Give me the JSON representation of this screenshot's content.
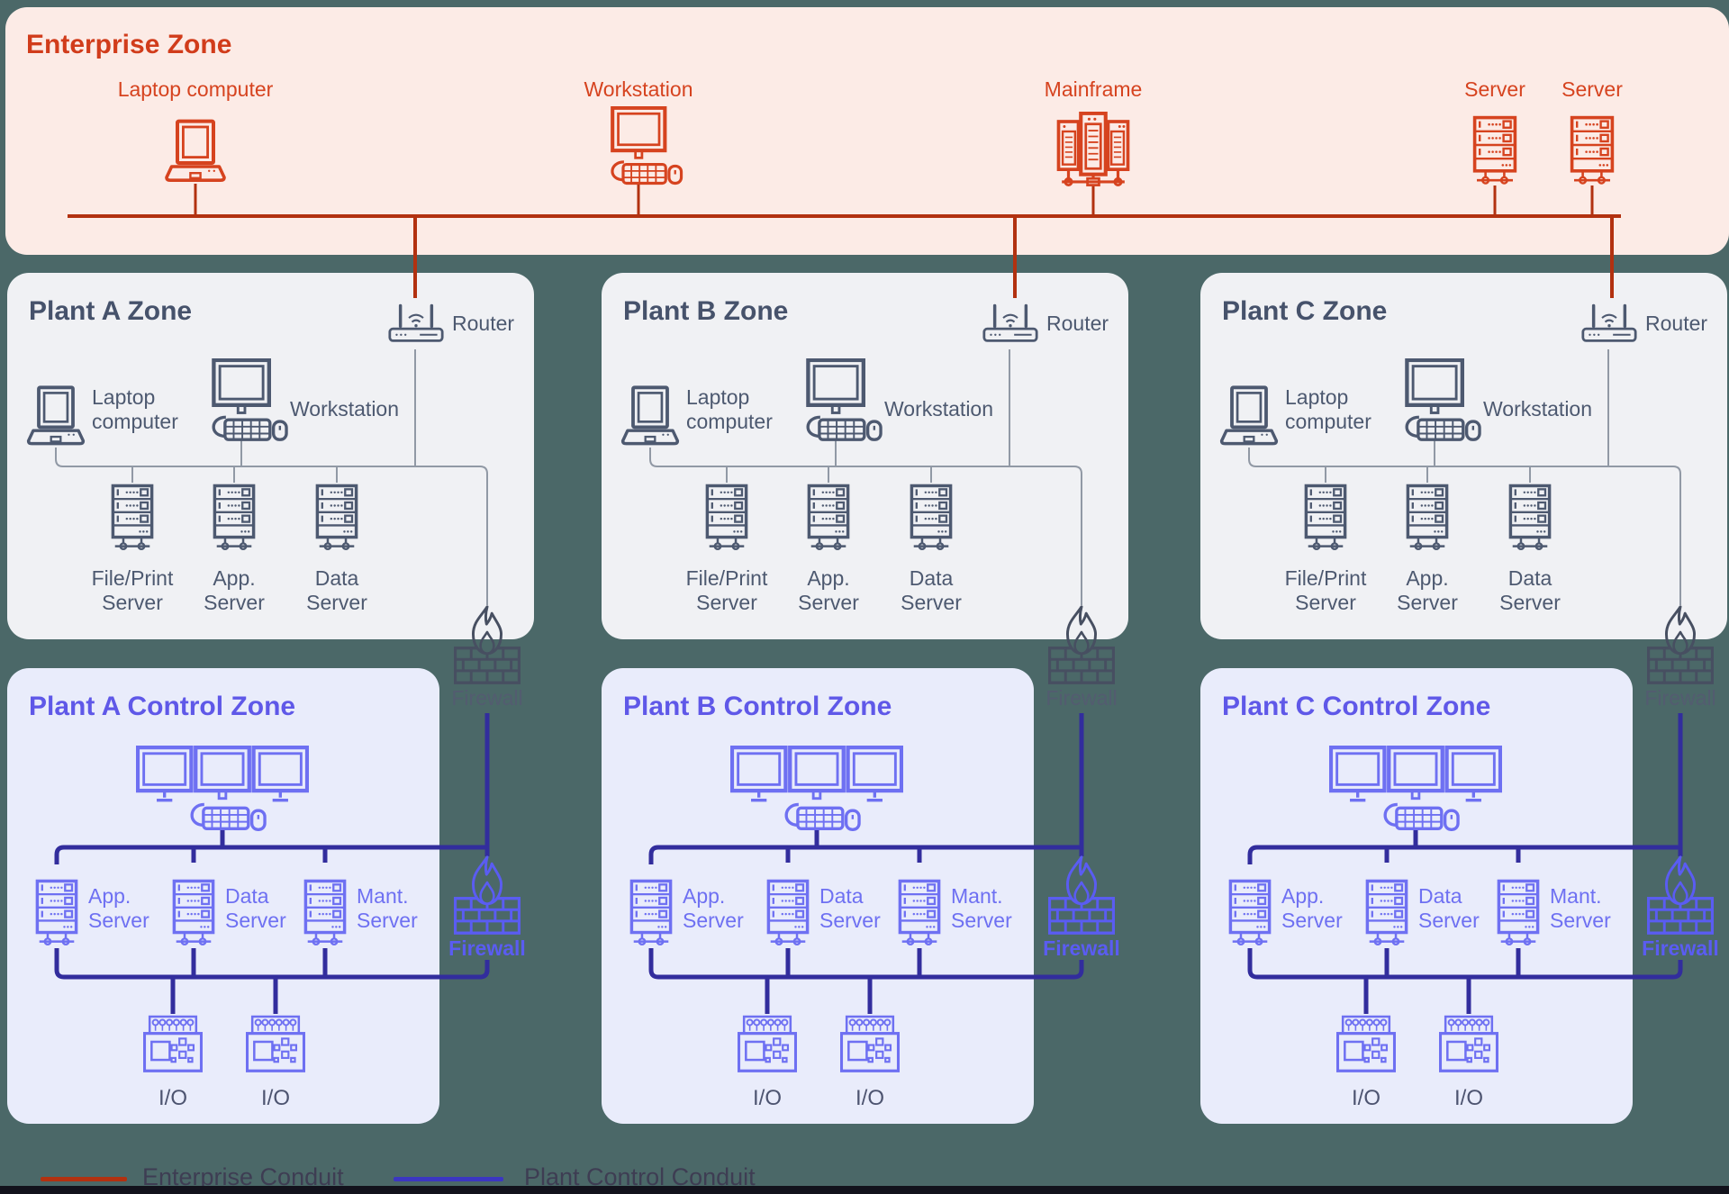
{
  "colors": {
    "background": "#4b6868",
    "enterprise_background": "#fcebe6",
    "enterprise_accent": "#d6431f",
    "enterprise_conduit_red": "#b23110",
    "plant_zone_background": "#f0f1f4",
    "plant_zone_ink": "#4d5970",
    "control_zone_background": "#e9ecfb",
    "control_zone_ink": "#6e70f2",
    "plant_control_conduit_blue": "#322d9d",
    "firewall_dark": "#474f61",
    "firewall_blue": "#5a5cf2"
  },
  "enterprise_zone": {
    "title": "Enterprise Zone",
    "devices": [
      {
        "label": "Laptop computer",
        "icon": "laptop-icon"
      },
      {
        "label": "Workstation",
        "icon": "workstation-icon"
      },
      {
        "label": "Mainframe",
        "icon": "mainframe-icon"
      },
      {
        "label": "Server",
        "icon": "server-icon"
      },
      {
        "label": "Server",
        "icon": "server-icon"
      }
    ]
  },
  "plants": [
    {
      "zone_title": "Plant A Zone",
      "router_label": "Router",
      "laptop_line1": "Laptop",
      "laptop_line2": "computer",
      "workstation_label": "Workstation",
      "servers": [
        {
          "line1": "File/Print",
          "line2": "Server"
        },
        {
          "line1": "App.",
          "line2": "Server"
        },
        {
          "line1": "Data",
          "line2": "Server"
        }
      ],
      "zone_firewall_label": "Firewall",
      "control_title": "Plant A Control Zone",
      "control_servers": [
        {
          "line1": "App.",
          "line2": "Server"
        },
        {
          "line1": "Data",
          "line2": "Server"
        },
        {
          "line1": "Mant.",
          "line2": "Server"
        }
      ],
      "control_firewall_label": "Firewall",
      "io_units": [
        {
          "label": "I/O"
        },
        {
          "label": "I/O"
        }
      ]
    },
    {
      "zone_title": "Plant B Zone",
      "router_label": "Router",
      "laptop_line1": "Laptop",
      "laptop_line2": "computer",
      "workstation_label": "Workstation",
      "servers": [
        {
          "line1": "File/Print",
          "line2": "Server"
        },
        {
          "line1": "App.",
          "line2": "Server"
        },
        {
          "line1": "Data",
          "line2": "Server"
        }
      ],
      "zone_firewall_label": "Firewall",
      "control_title": "Plant B Control Zone",
      "control_servers": [
        {
          "line1": "App.",
          "line2": "Server"
        },
        {
          "line1": "Data",
          "line2": "Server"
        },
        {
          "line1": "Mant.",
          "line2": "Server"
        }
      ],
      "control_firewall_label": "Firewall",
      "io_units": [
        {
          "label": "I/O"
        },
        {
          "label": "I/O"
        }
      ]
    },
    {
      "zone_title": "Plant C Zone",
      "router_label": "Router",
      "laptop_line1": "Laptop",
      "laptop_line2": "computer",
      "workstation_label": "Workstation",
      "servers": [
        {
          "line1": "File/Print",
          "line2": "Server"
        },
        {
          "line1": "App.",
          "line2": "Server"
        },
        {
          "line1": "Data",
          "line2": "Server"
        }
      ],
      "zone_firewall_label": "Firewall",
      "control_title": "Plant C Control Zone",
      "control_servers": [
        {
          "line1": "App.",
          "line2": "Server"
        },
        {
          "line1": "Data",
          "line2": "Server"
        },
        {
          "line1": "Mant.",
          "line2": "Server"
        }
      ],
      "control_firewall_label": "Firewall",
      "io_units": [
        {
          "label": "I/O"
        },
        {
          "label": "I/O"
        }
      ]
    }
  ],
  "legend": {
    "items": [
      {
        "label": "Enterprise Conduit",
        "color": "#b23110"
      },
      {
        "label": "Plant Control Conduit",
        "color": "#3b36c2"
      }
    ]
  }
}
